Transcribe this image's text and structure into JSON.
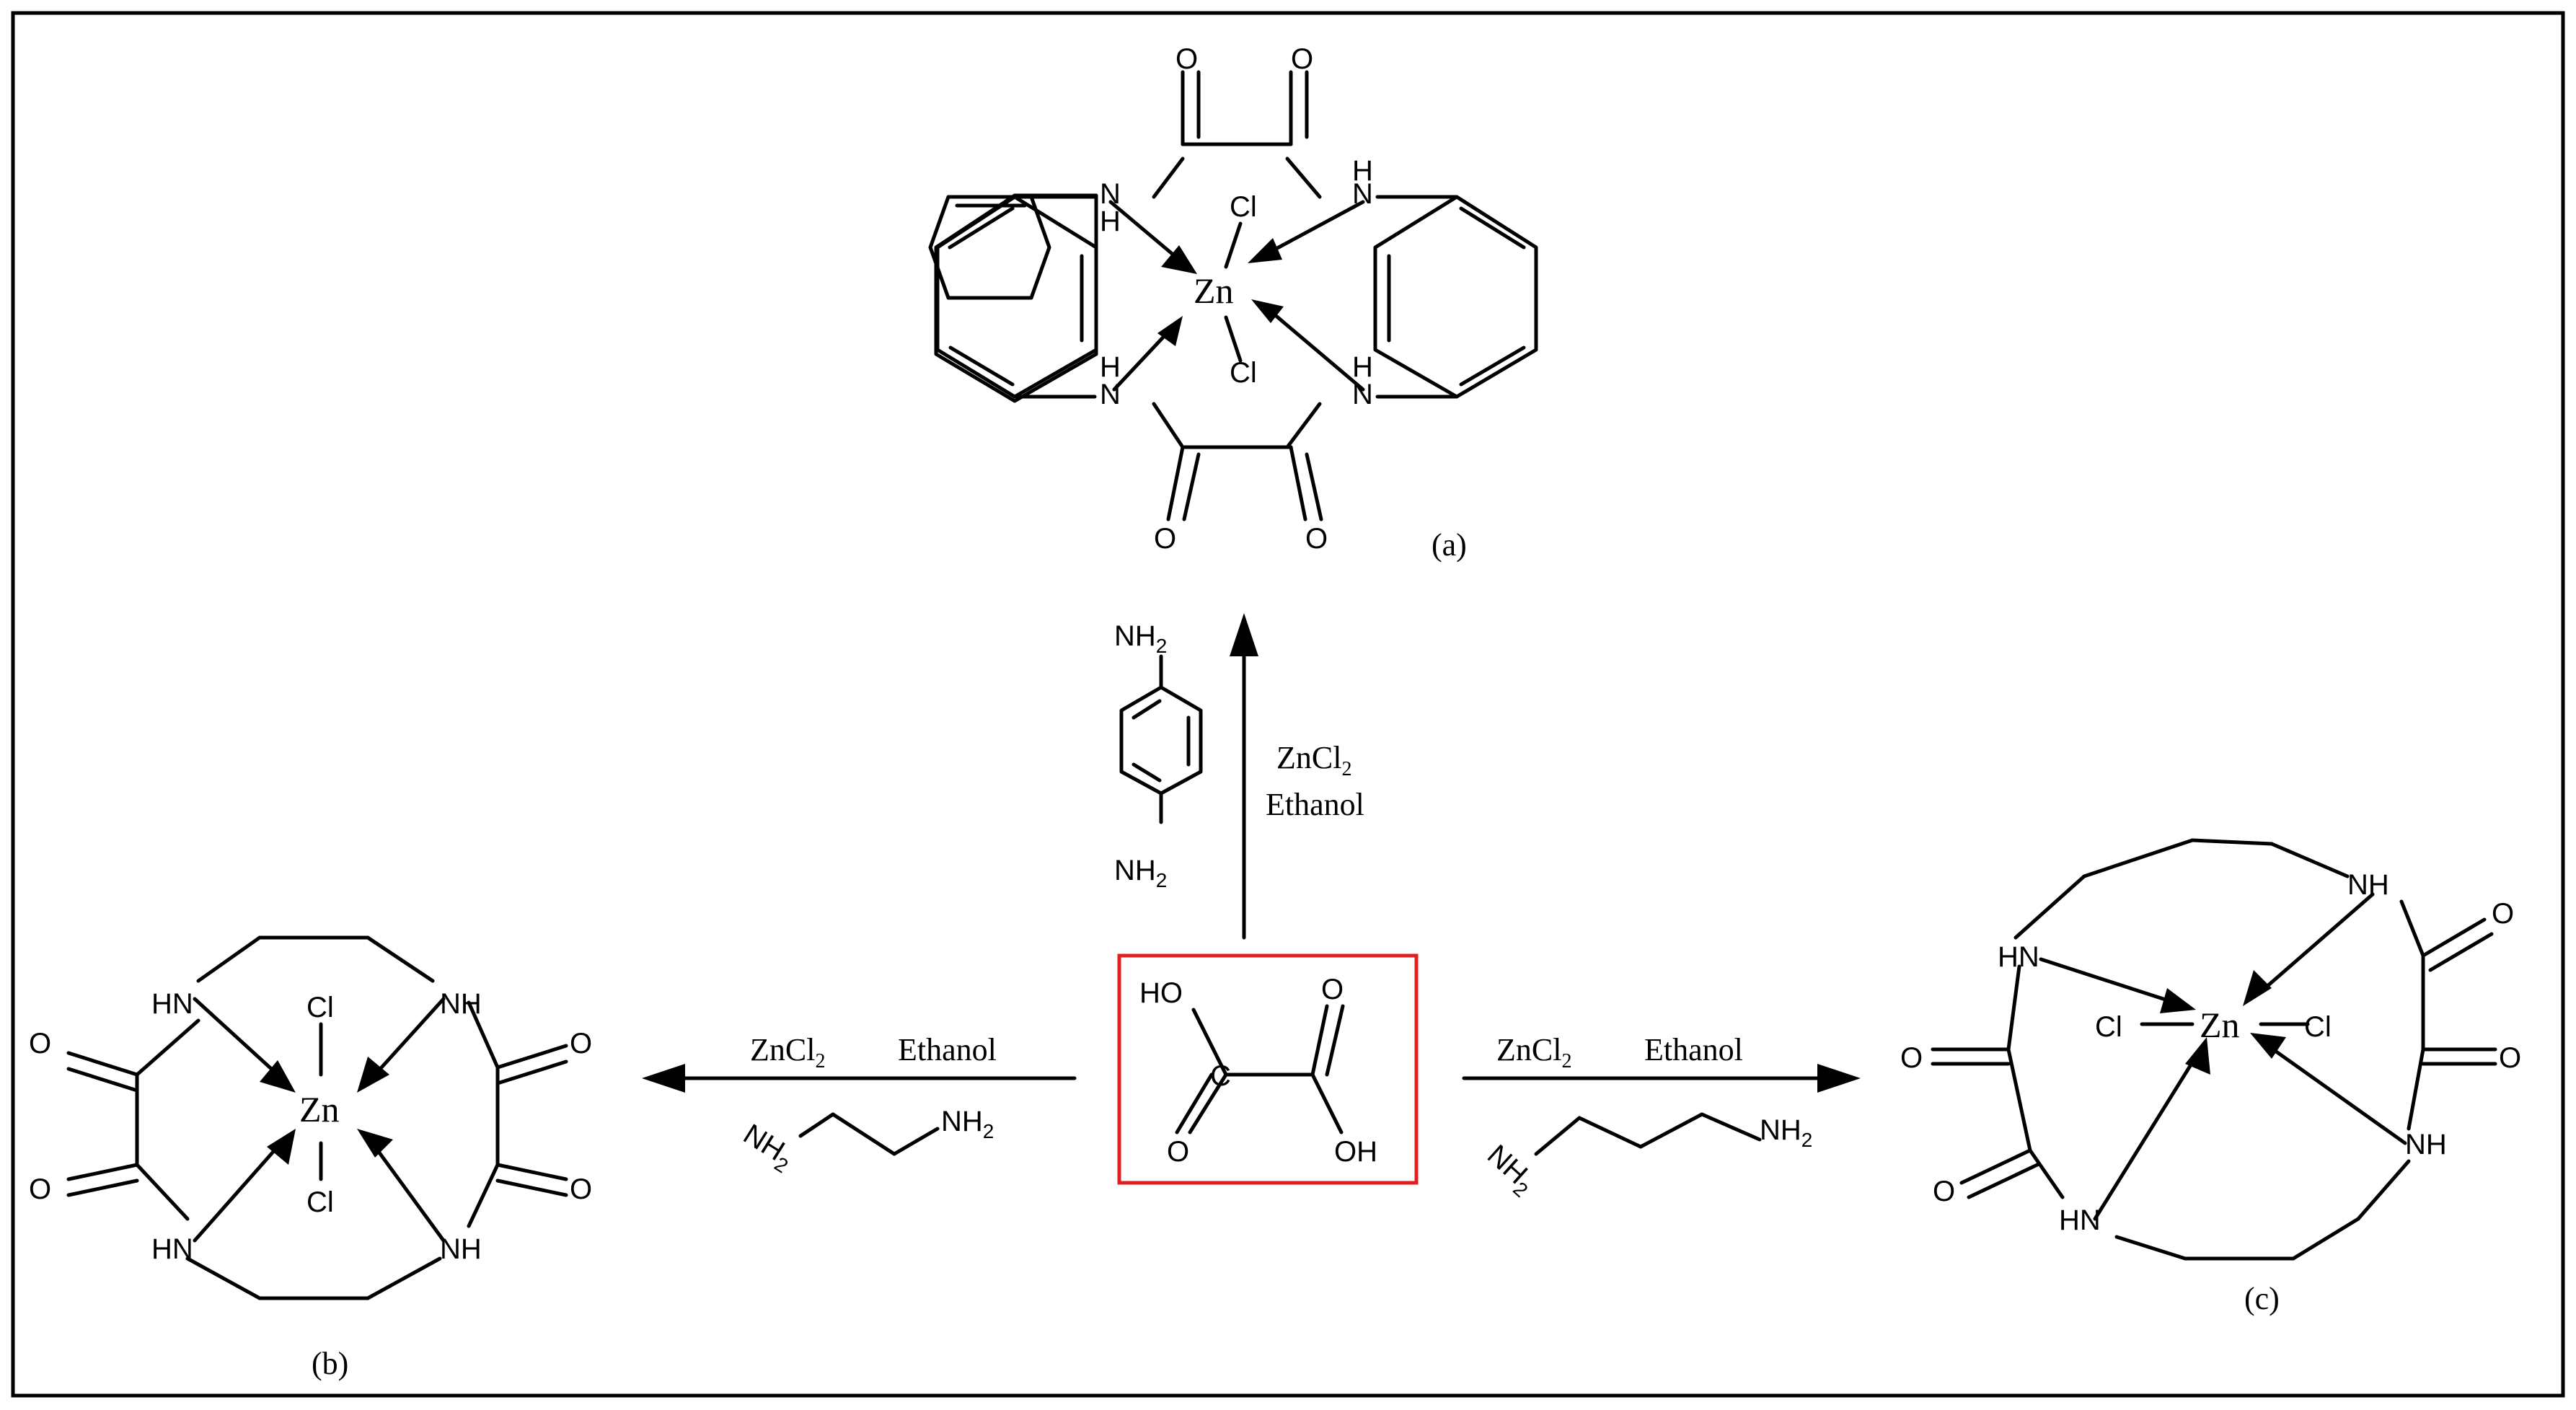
{
  "reagents": {
    "top": {
      "line1": "ZnCl",
      "line1_sub": "2",
      "line2": "Ethanol"
    },
    "left": {
      "metal": "ZnCl",
      "metal_sub": "2",
      "solvent": "Ethanol"
    },
    "right": {
      "metal": "ZnCl",
      "metal_sub": "2",
      "solvent": "Ethanol"
    }
  },
  "amines": {
    "top": {
      "top_label": "NH",
      "top_sub": "2",
      "bottom_label": "NH",
      "bottom_sub": "2"
    },
    "left": {
      "a": "NH",
      "a_sub": "2",
      "b": "NH",
      "b_sub": "2"
    },
    "right": {
      "a": "NH",
      "a_sub": "2",
      "b": "NH",
      "b_sub": "2"
    }
  },
  "oxalic_acid": {
    "oh_left": "HO",
    "carbon": "C",
    "o_top": "O",
    "o_bottom": "O",
    "oh_right": "OH",
    "highlight": "#e02020"
  },
  "product_a": {
    "label": "(a)",
    "metal": "Zn",
    "cl_top": "Cl",
    "cl_bottom": "Cl",
    "o1": "O",
    "o2": "O",
    "o3": "O",
    "o4": "O",
    "n": "N",
    "h": "H"
  },
  "product_b": {
    "label": "(b)",
    "metal": "Zn",
    "cl_top": "Cl",
    "cl_bottom": "Cl",
    "hn": "HN",
    "nh": "NH",
    "o": "O"
  },
  "product_c": {
    "label": "(c)",
    "metal": "Zn",
    "cl_left": "Cl",
    "cl_right": "Cl",
    "hn": "HN",
    "nh": "NH",
    "o": "O"
  }
}
